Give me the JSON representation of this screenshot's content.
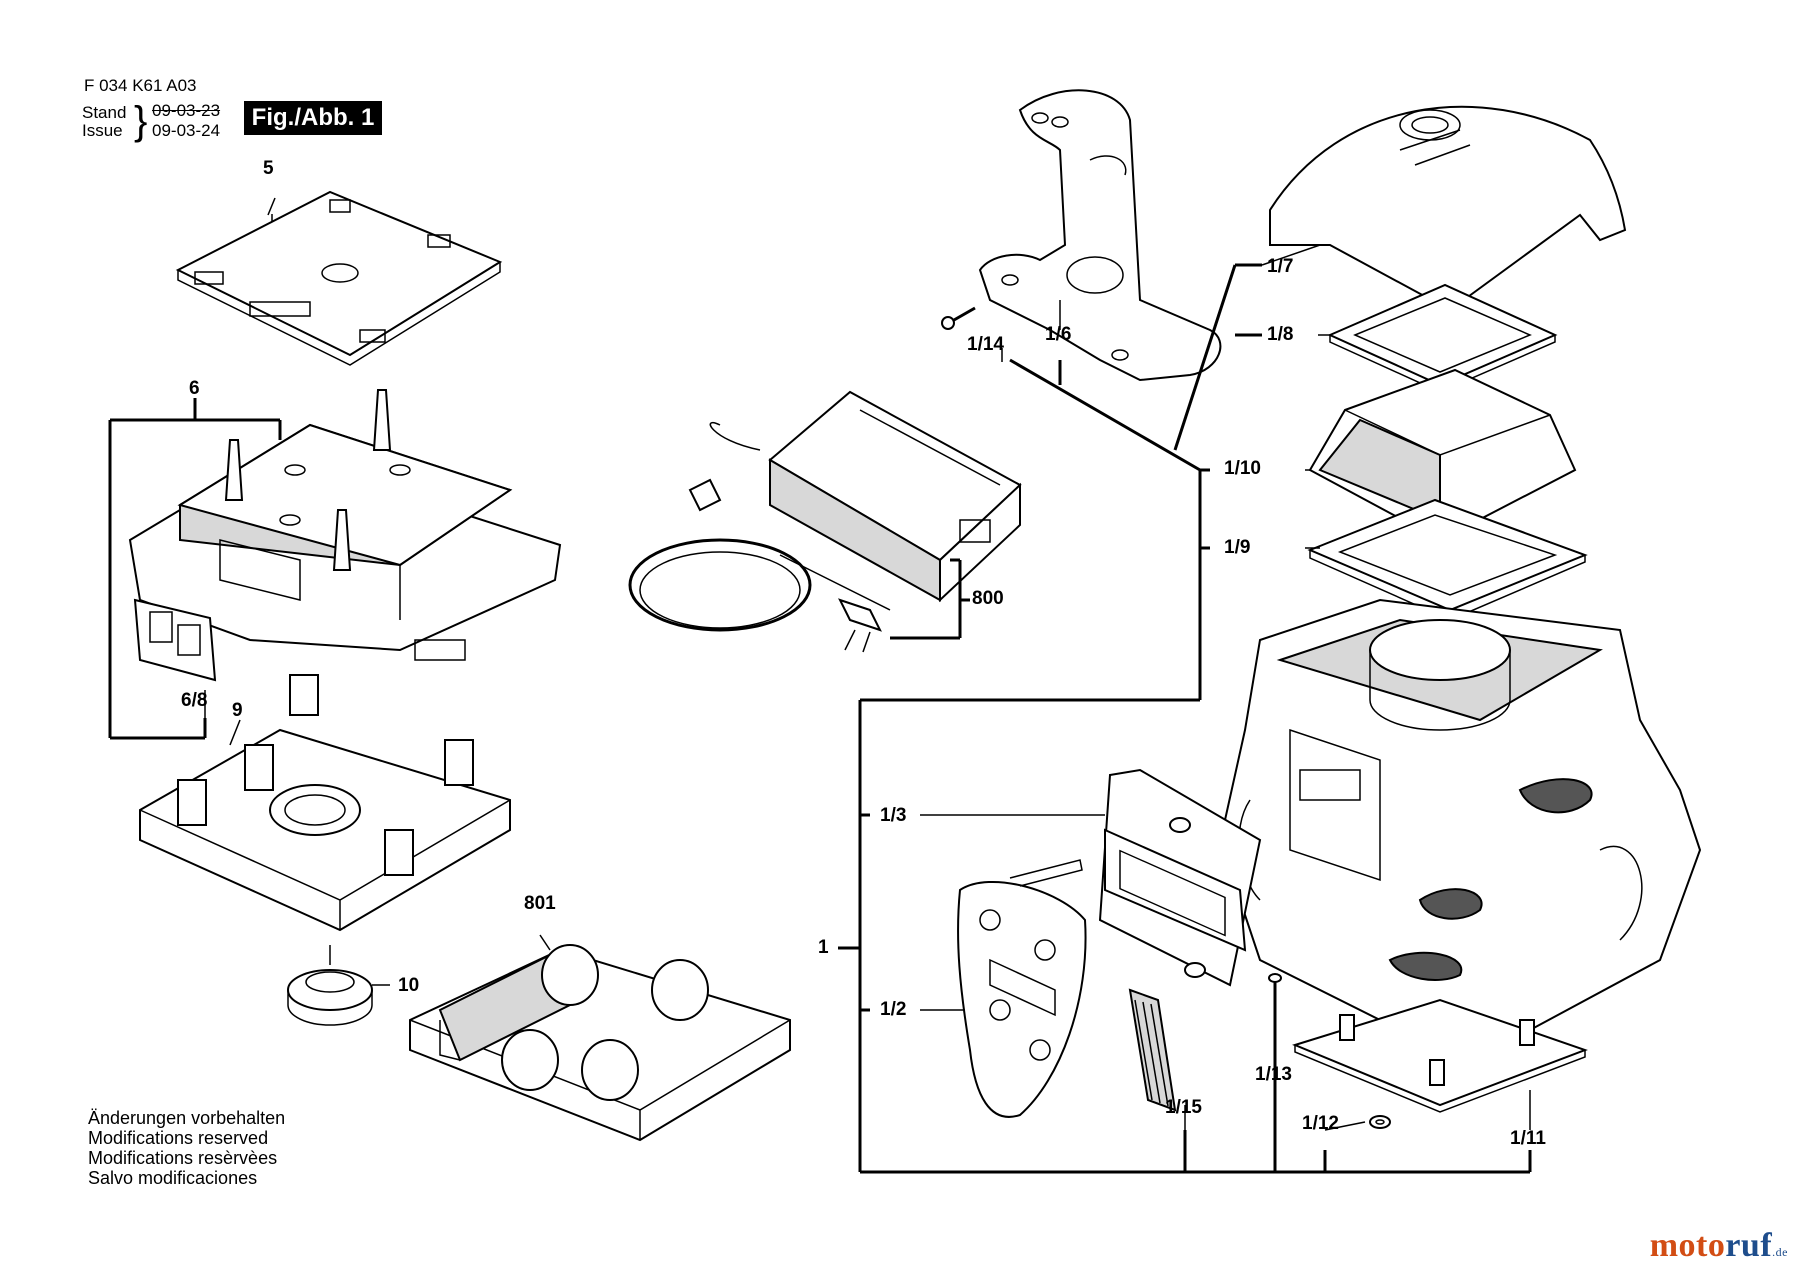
{
  "header": {
    "doc_number": "F 034 K61 A03",
    "stand_label": "Stand",
    "stand_date": "09-03-23",
    "issue_label": "Issue",
    "issue_date": "09-03-24",
    "figure_label": "Fig./Abb. 1"
  },
  "parts": [
    {
      "key": "5",
      "label": "5"
    },
    {
      "key": "6",
      "label": "6"
    },
    {
      "key": "6_8",
      "label": "6/8"
    },
    {
      "key": "9",
      "label": "9"
    },
    {
      "key": "10",
      "label": "10"
    },
    {
      "key": "801",
      "label": "801"
    },
    {
      "key": "800",
      "label": "800"
    },
    {
      "key": "1_14",
      "label": "1/14"
    },
    {
      "key": "1_6",
      "label": "1/6"
    },
    {
      "key": "1_7",
      "label": "1/7"
    },
    {
      "key": "1_8",
      "label": "1/8"
    },
    {
      "key": "1_10",
      "label": "1/10"
    },
    {
      "key": "1_9",
      "label": "1/9"
    },
    {
      "key": "1_3",
      "label": "1/3"
    },
    {
      "key": "1",
      "label": "1"
    },
    {
      "key": "1_2",
      "label": "1/2"
    },
    {
      "key": "1_13",
      "label": "1/13"
    },
    {
      "key": "1_15",
      "label": "1/15"
    },
    {
      "key": "1_12",
      "label": "1/12"
    },
    {
      "key": "1_11",
      "label": "1/11"
    }
  ],
  "notes": [
    "Änderungen vorbehalten",
    "Modifications reserved",
    "Modifications resèrvèes",
    "Salvo modificaciones"
  ],
  "watermark": {
    "brand_part1": "moto",
    "brand_part2": "ruf",
    "brand_tld": ".de",
    "colors": {
      "part1": "#d24d14",
      "part2": "#1e4d8c"
    }
  }
}
